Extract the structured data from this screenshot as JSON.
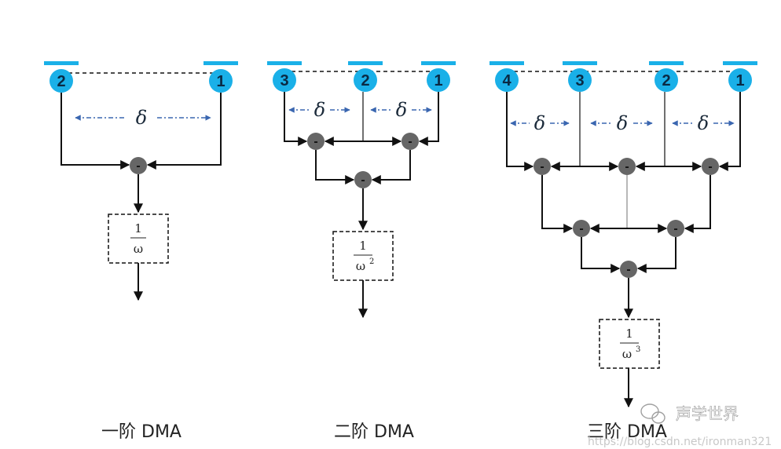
{
  "panels": [
    {
      "caption": "一阶 DMA",
      "mics": [
        "2",
        "1"
      ],
      "delta": "δ",
      "filter": {
        "numerator": "1",
        "denominator": "ω",
        "power": ""
      }
    },
    {
      "caption": "二阶 DMA",
      "mics": [
        "3",
        "2",
        "1"
      ],
      "delta": "δ",
      "filter": {
        "numerator": "1",
        "denominator": "ω",
        "power": "2"
      }
    },
    {
      "caption": "三阶 DMA",
      "mics": [
        "4",
        "3",
        "2",
        "1"
      ],
      "delta": "δ",
      "filter": {
        "numerator": "1",
        "denominator": "ω",
        "power": "3"
      }
    }
  ],
  "subtract_symbol": "-",
  "watermark": {
    "text": "声学世界",
    "icon": "wechat-icon",
    "url": "https://blog.csdn.net/ironman321"
  },
  "colors": {
    "mic": "#1ab0e8",
    "mic_bar": "#1ab0e8",
    "node": "#666666",
    "arrow": "#111111",
    "delta_arrow": "#3a66b0"
  }
}
